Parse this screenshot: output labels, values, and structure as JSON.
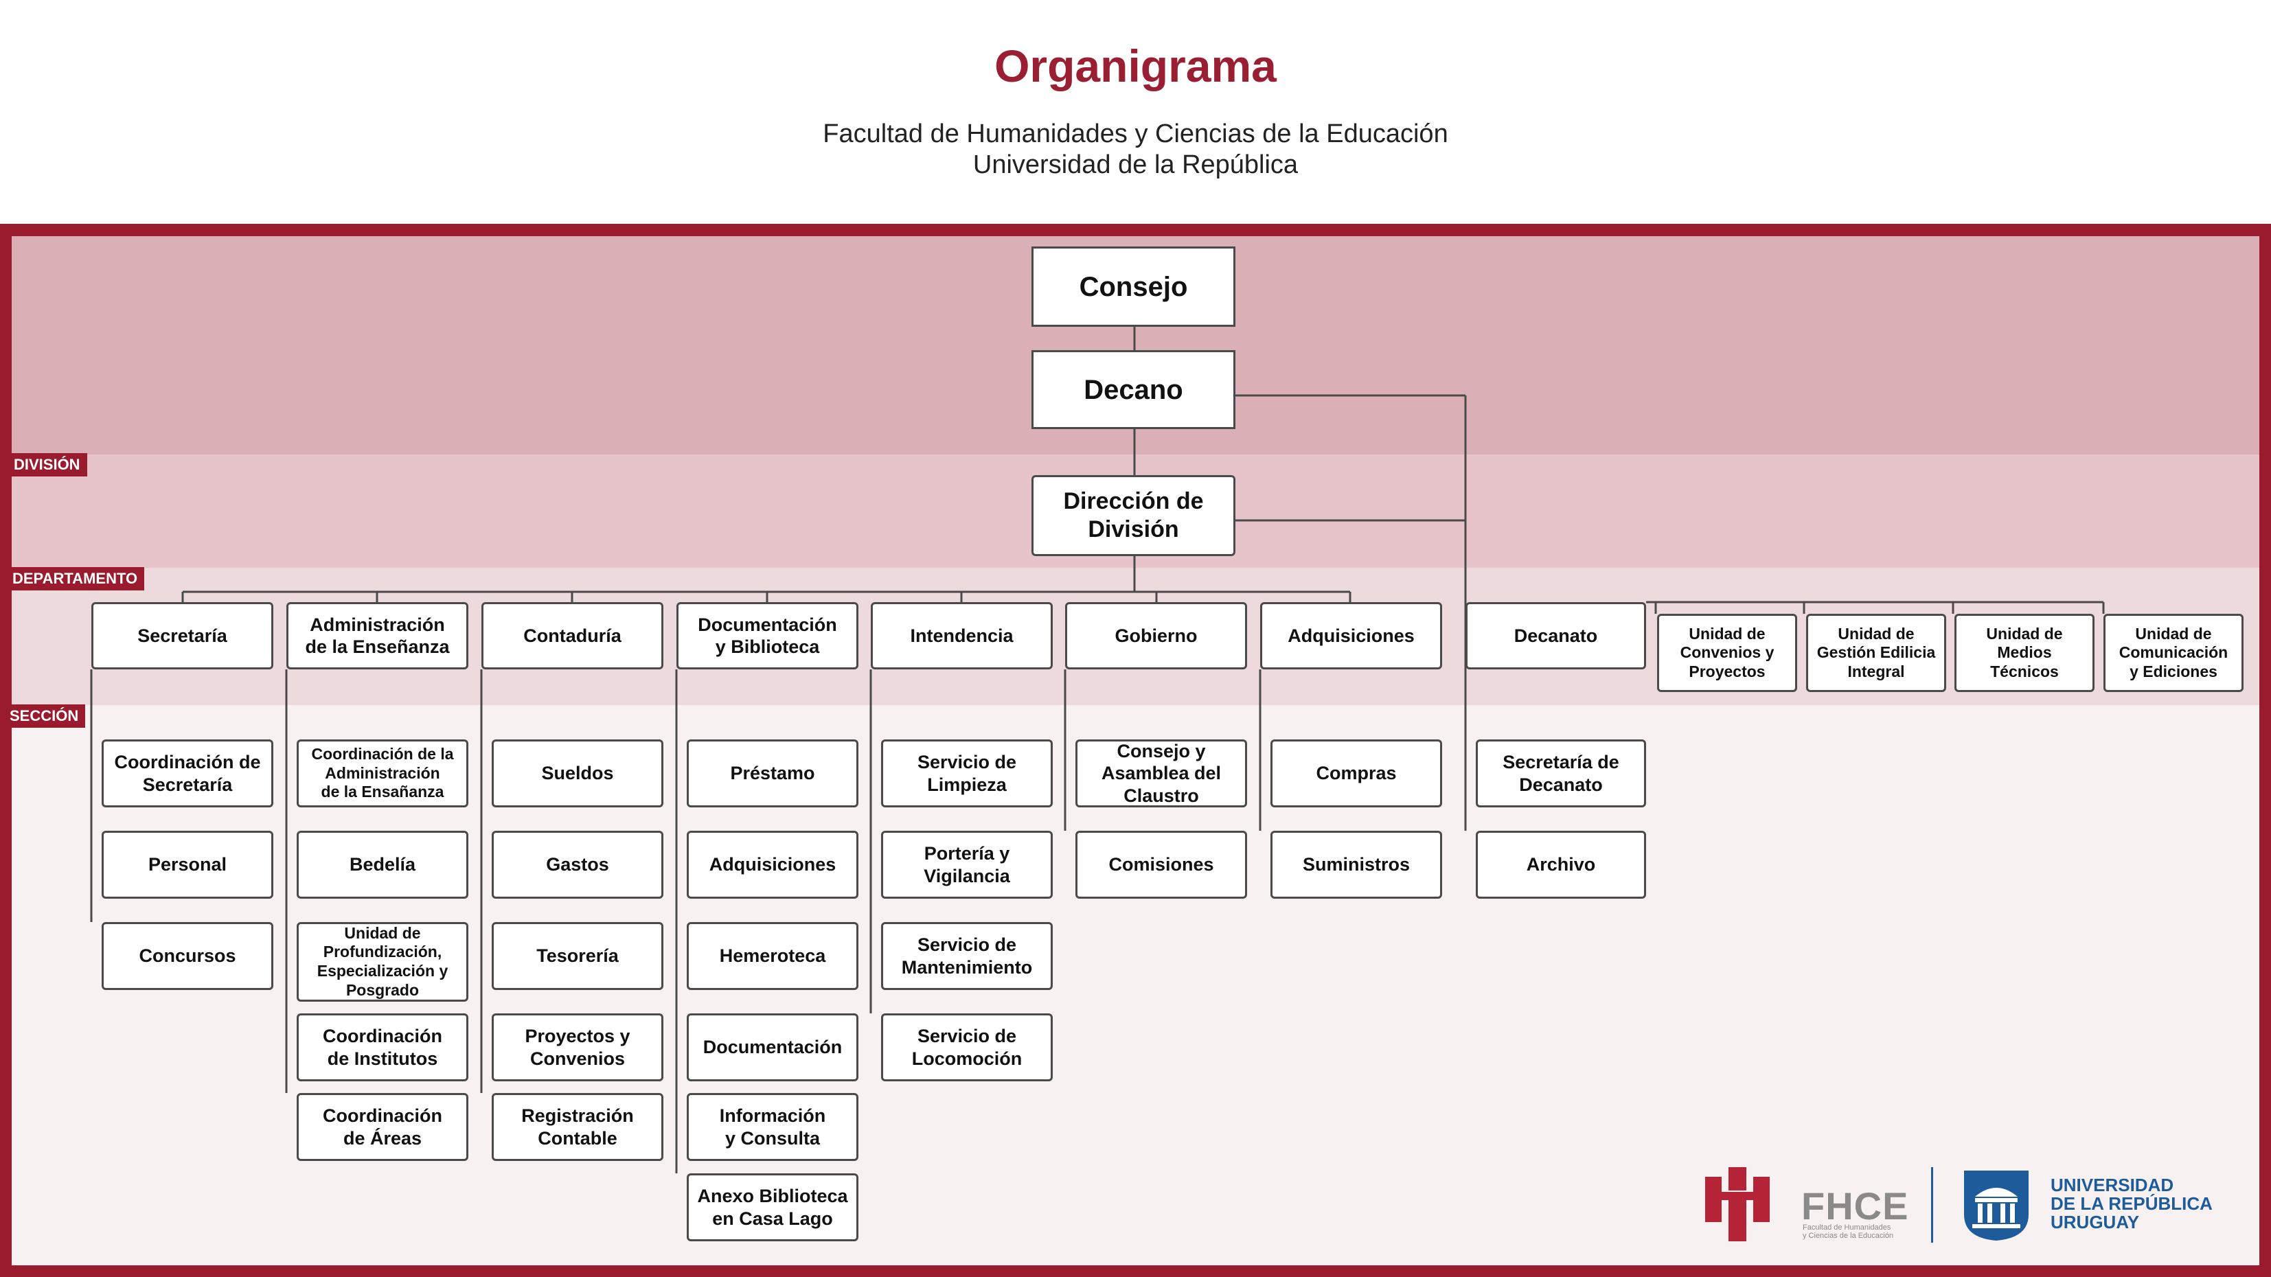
{
  "header": {
    "title": "Organigrama",
    "subtitle_line1": "Facultad de Humanidades y Ciencias de la Educación",
    "subtitle_line2": "Universidad de la República"
  },
  "levels": {
    "division": "DIVISIÓN",
    "departamento": "DEPARTAMENTO",
    "seccion": "SECCIÓN"
  },
  "top": {
    "consejo": "Consejo",
    "decano": "Decano",
    "direccion": "Dirección de\nDivisión"
  },
  "departments": [
    "Secretaría",
    "Administración\nde la Enseñanza",
    "Contaduría",
    "Documentación\ny Biblioteca",
    "Intendencia",
    "Gobierno",
    "Adquisiciones",
    "Decanato"
  ],
  "units": [
    "Unidad de\nConvenios y\nProyectos",
    "Unidad de\nGestión Edilicia\nIntegral",
    "Unidad de\nMedios\nTécnicos",
    "Unidad de\nComunicación\ny Ediciones"
  ],
  "sections": {
    "secretaria": [
      "Coordinación de\nSecretaría",
      "Personal",
      "Concursos"
    ],
    "administracion": [
      "Coordinación de la\nAdministración\nde la Ensañanza",
      "Bedelía",
      "Unidad de\nProfundización,\nEspecialización y\nPosgrado",
      "Coordinación\nde Institutos",
      "Coordinación\nde Áreas"
    ],
    "contaduria": [
      "Sueldos",
      "Gastos",
      "Tesorería",
      "Proyectos y\nConvenios",
      "Registración\nContable"
    ],
    "documentacion": [
      "Préstamo",
      "Adquisiciones",
      "Hemeroteca",
      "Documentación",
      "Información\ny Consulta",
      "Anexo Biblioteca\nen Casa Lago"
    ],
    "intendencia": [
      "Servicio de\nLimpieza",
      "Portería y\nVigilancia",
      "Servicio de\nMantenimiento",
      "Servicio de\nLocomoción"
    ],
    "gobierno": [
      "Consejo y\nAsamblea del\nClaustro",
      "Comisiones"
    ],
    "adquisiciones": [
      "Compras",
      "Suministros"
    ],
    "decanato": [
      "Secretaría de\nDecanato",
      "Archivo"
    ]
  },
  "logos": {
    "fhce": "FHCE",
    "fhce_caption": "Facultad de Humanidades\ny Ciencias de la Educación",
    "udelar_line1": "UNIVERSIDAD",
    "udelar_line2": "DE LA REPÚBLICA",
    "udelar_line3": "URUGUAY"
  },
  "colors": {
    "accent": "#9a1b2e",
    "band_top": "#dab0b6",
    "band_division": "#e6c4c9",
    "band_departamento": "#eddadc",
    "band_seccion": "#f8f1f2",
    "udelar_blue": "#1d5b9b"
  }
}
